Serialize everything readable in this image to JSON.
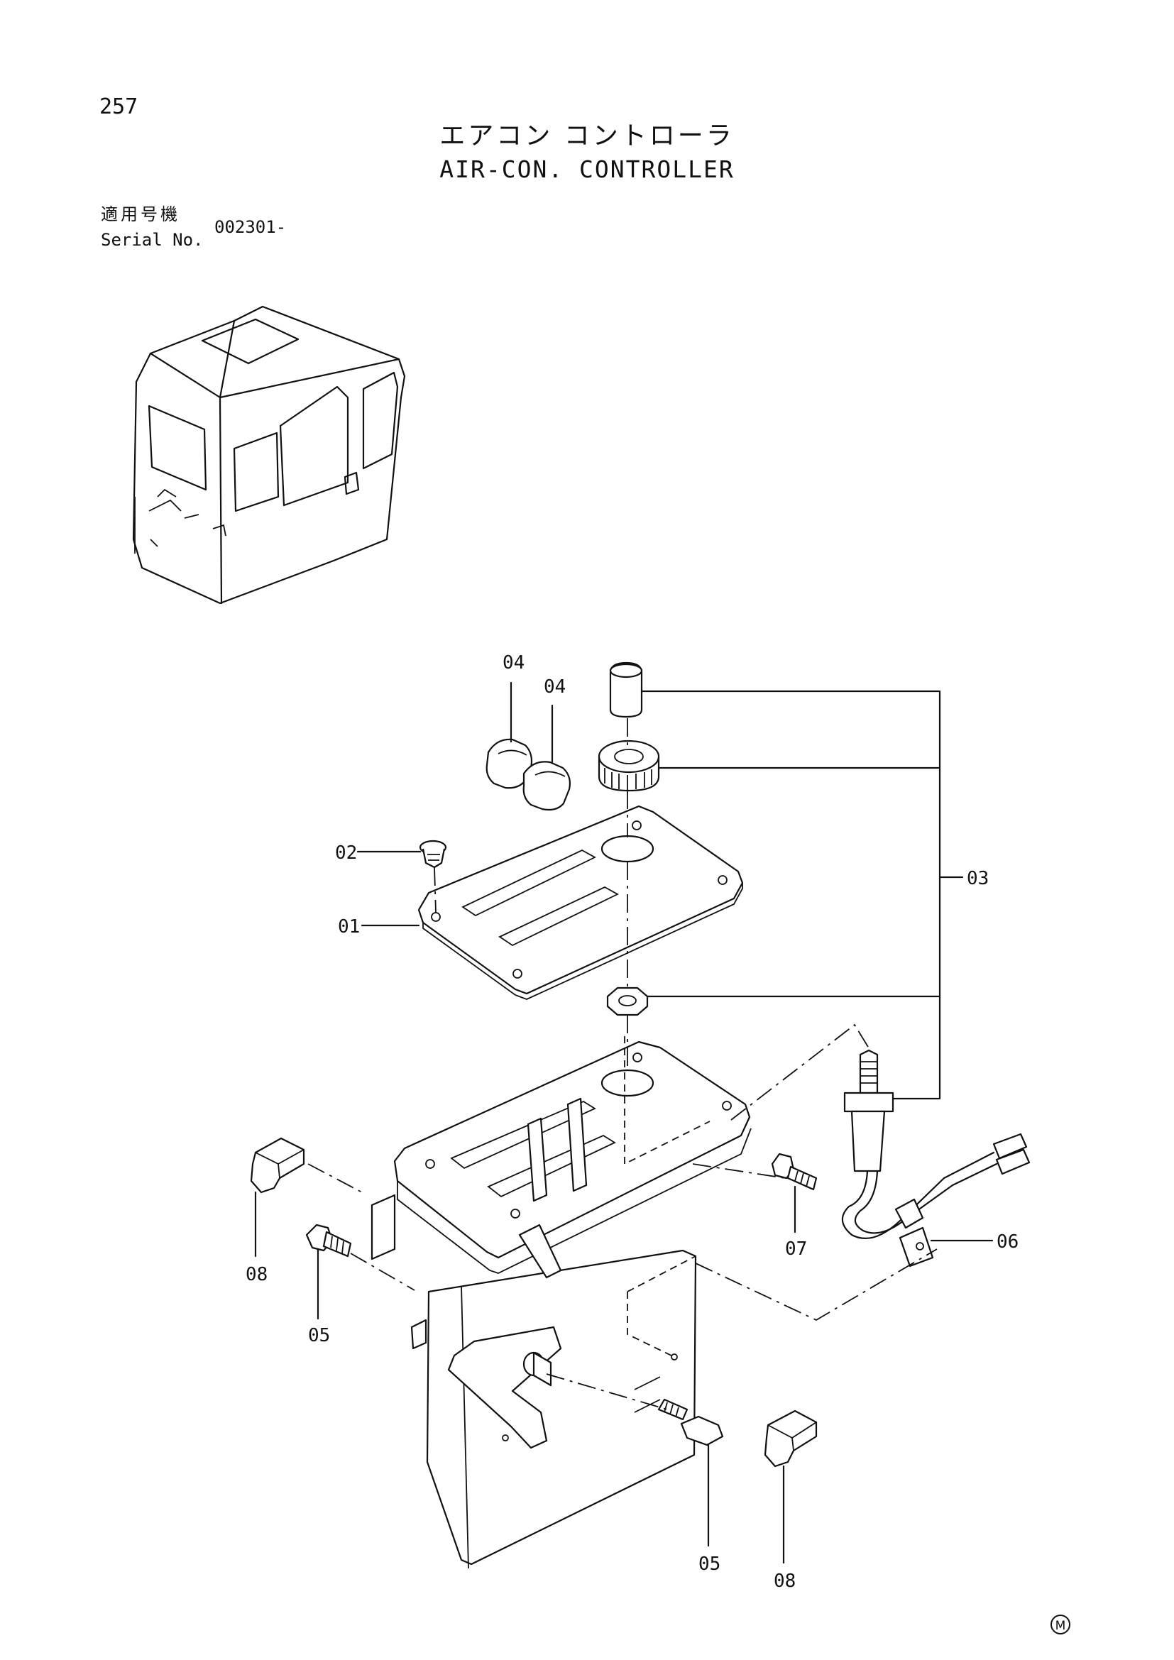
{
  "page_number": "257",
  "title": {
    "japanese": "エアコン コントローラ",
    "english": "AIR-CON. CONTROLLER"
  },
  "serial": {
    "label_japanese": "適用号機",
    "label_english": "Serial No.",
    "value": "002301-"
  },
  "callouts": [
    "04",
    "04",
    "03",
    "02",
    "01",
    "08",
    "05",
    "07",
    "06",
    "05",
    "08"
  ],
  "footer_mark": "M"
}
